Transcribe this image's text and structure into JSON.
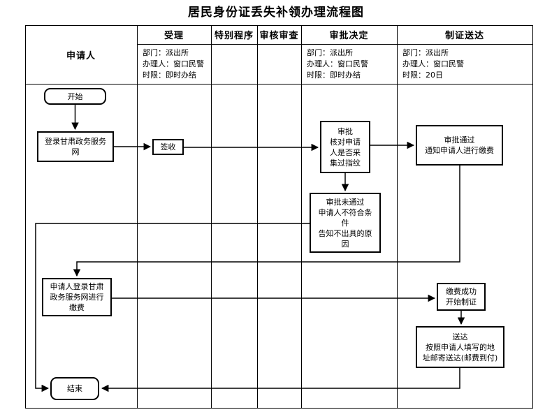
{
  "title": "居民身份证丢失补领办理流程图",
  "table": {
    "applicant_label": "申请人",
    "columns": [
      {
        "label": "受理",
        "detail": "部门：派出所\n办理人：窗口民警\n时限：即时办结"
      },
      {
        "label": "特别程序",
        "detail": ""
      },
      {
        "label": "审核审查",
        "detail": ""
      },
      {
        "label": "审批决定",
        "detail": "部门：派出所\n办理人：窗口民警\n时限：即时办结"
      },
      {
        "label": "制证送达",
        "detail": "部门：派出所\n办理人：窗口民警\n时限：20日"
      }
    ]
  },
  "flow": {
    "nodes": {
      "start": {
        "label": "开始"
      },
      "login": {
        "label": "登录甘肃政务服务\n网"
      },
      "sign": {
        "label": "签收"
      },
      "check": {
        "label": "审批\n核对申请\n人是否采\n集过指纹"
      },
      "approved": {
        "label": "审批通过\n通知申请人进行缴费"
      },
      "rejected": {
        "label": "审批未通过\n申请人不符合条\n件\n告知不出具的原\n因"
      },
      "pay": {
        "label": "申请人登录甘肃\n政务服务网进行\n缴费"
      },
      "paid": {
        "label": "缴费成功\n开始制证"
      },
      "deliver": {
        "label": "送达\n按照申请人填写的地\n址邮寄送达(邮费到付)"
      },
      "end": {
        "label": "结束"
      }
    }
  },
  "colors": {
    "line": "#000000",
    "background": "#ffffff",
    "text": "#000000"
  }
}
